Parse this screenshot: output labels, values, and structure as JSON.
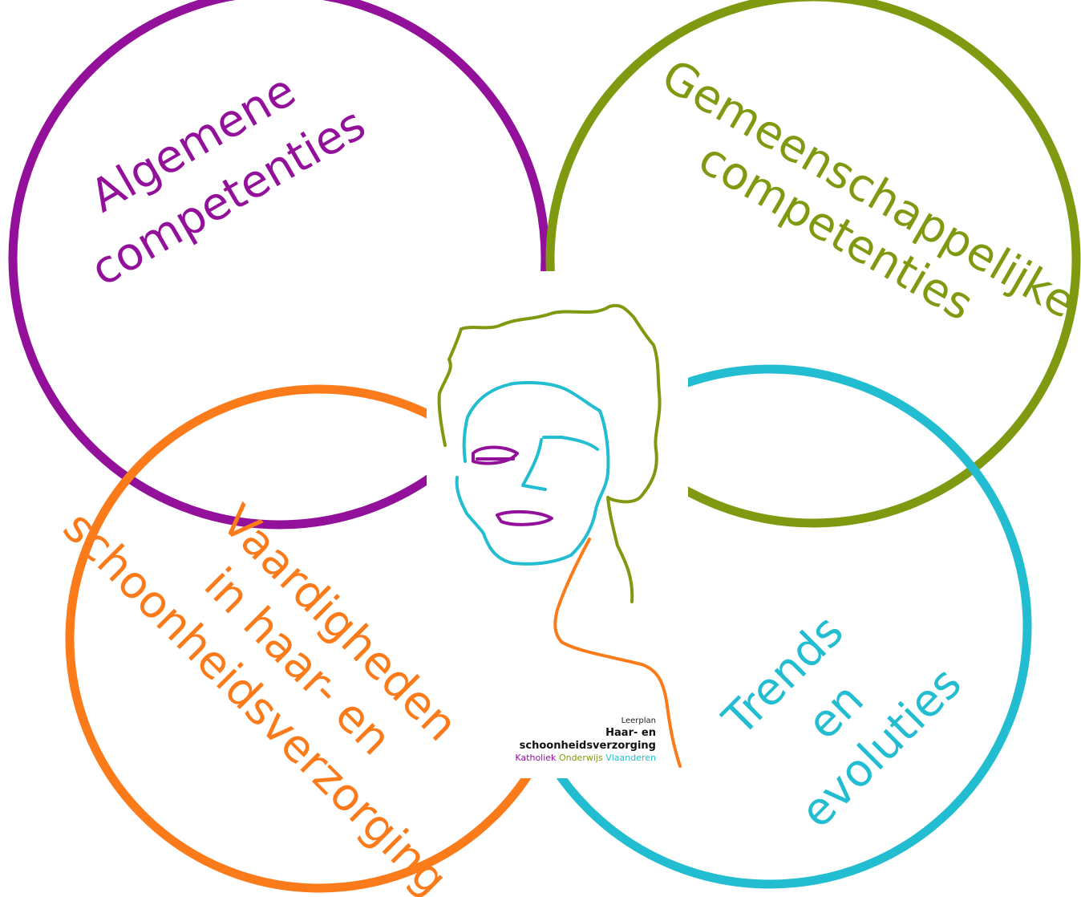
{
  "colors": {
    "purple": "#92109a",
    "olive": "#7f9a10",
    "orange": "#fb7a1a",
    "cyan": "#22bdd0"
  },
  "circles": {
    "top_left": {
      "line1": "Algemene",
      "line2": "competenties"
    },
    "top_right": {
      "line1": "Gemeenschappelijke",
      "line2": "competenties"
    },
    "bottom_left": {
      "line1": "Vaardigheden",
      "line2": "in haar- en",
      "line3": "schoonheidsverzorging"
    },
    "bottom_right": {
      "line1": "Trends",
      "line2": "en",
      "line3": "evoluties"
    }
  },
  "legend": {
    "small": "Leerplan",
    "title_line1": "Haar- en",
    "title_line2": "schoonheidsverzorging",
    "org_word1": "Katholiek",
    "org_word2": "Onderwijs",
    "org_word3": "Vlaanderen"
  },
  "portrait": {
    "icon": "face-line-drawing-icon"
  }
}
